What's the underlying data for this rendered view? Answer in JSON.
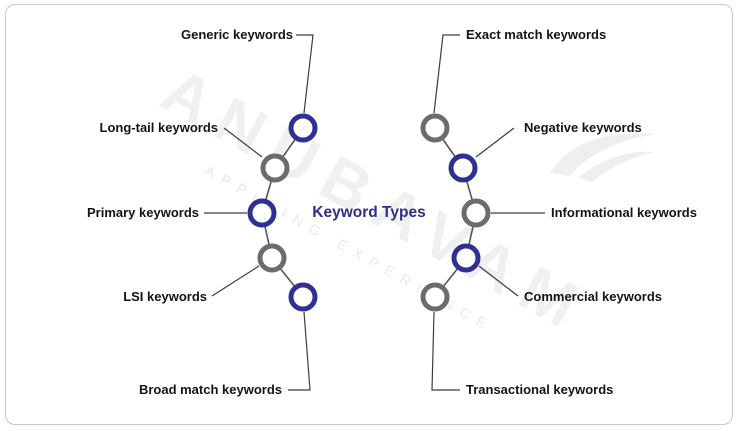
{
  "title": "Keyword Types",
  "watermark": {
    "brand": "ANUBAVAM",
    "tagline": "APPLYING EXPERIENCE"
  },
  "colors": {
    "accent_blue": "#2e3192",
    "ring_gray": "#6b6c70",
    "title_navy": "#2b2e8c",
    "connector": "#3c3c3c"
  },
  "left_items": [
    {
      "label": "Generic keywords",
      "ring": "blue",
      "color": "#2e3192"
    },
    {
      "label": "Long-tail keywords",
      "ring": "gray",
      "color": "#6b6c70"
    },
    {
      "label": "Primary keywords",
      "ring": "blue",
      "color": "#2e3192"
    },
    {
      "label": "LSI keywords",
      "ring": "gray",
      "color": "#6b6c70"
    },
    {
      "label": "Broad match keywords",
      "ring": "blue",
      "color": "#2e3192"
    }
  ],
  "right_items": [
    {
      "label": "Exact match keywords",
      "ring": "gray",
      "color": "#6b6c70"
    },
    {
      "label": "Negative keywords",
      "ring": "blue",
      "color": "#2e3192"
    },
    {
      "label": "Informational keywords",
      "ring": "gray",
      "color": "#6b6c70"
    },
    {
      "label": "Commercial keywords",
      "ring": "blue",
      "color": "#2e3192"
    },
    {
      "label": "Transactional keywords",
      "ring": "gray",
      "color": "#6b6c70"
    }
  ]
}
